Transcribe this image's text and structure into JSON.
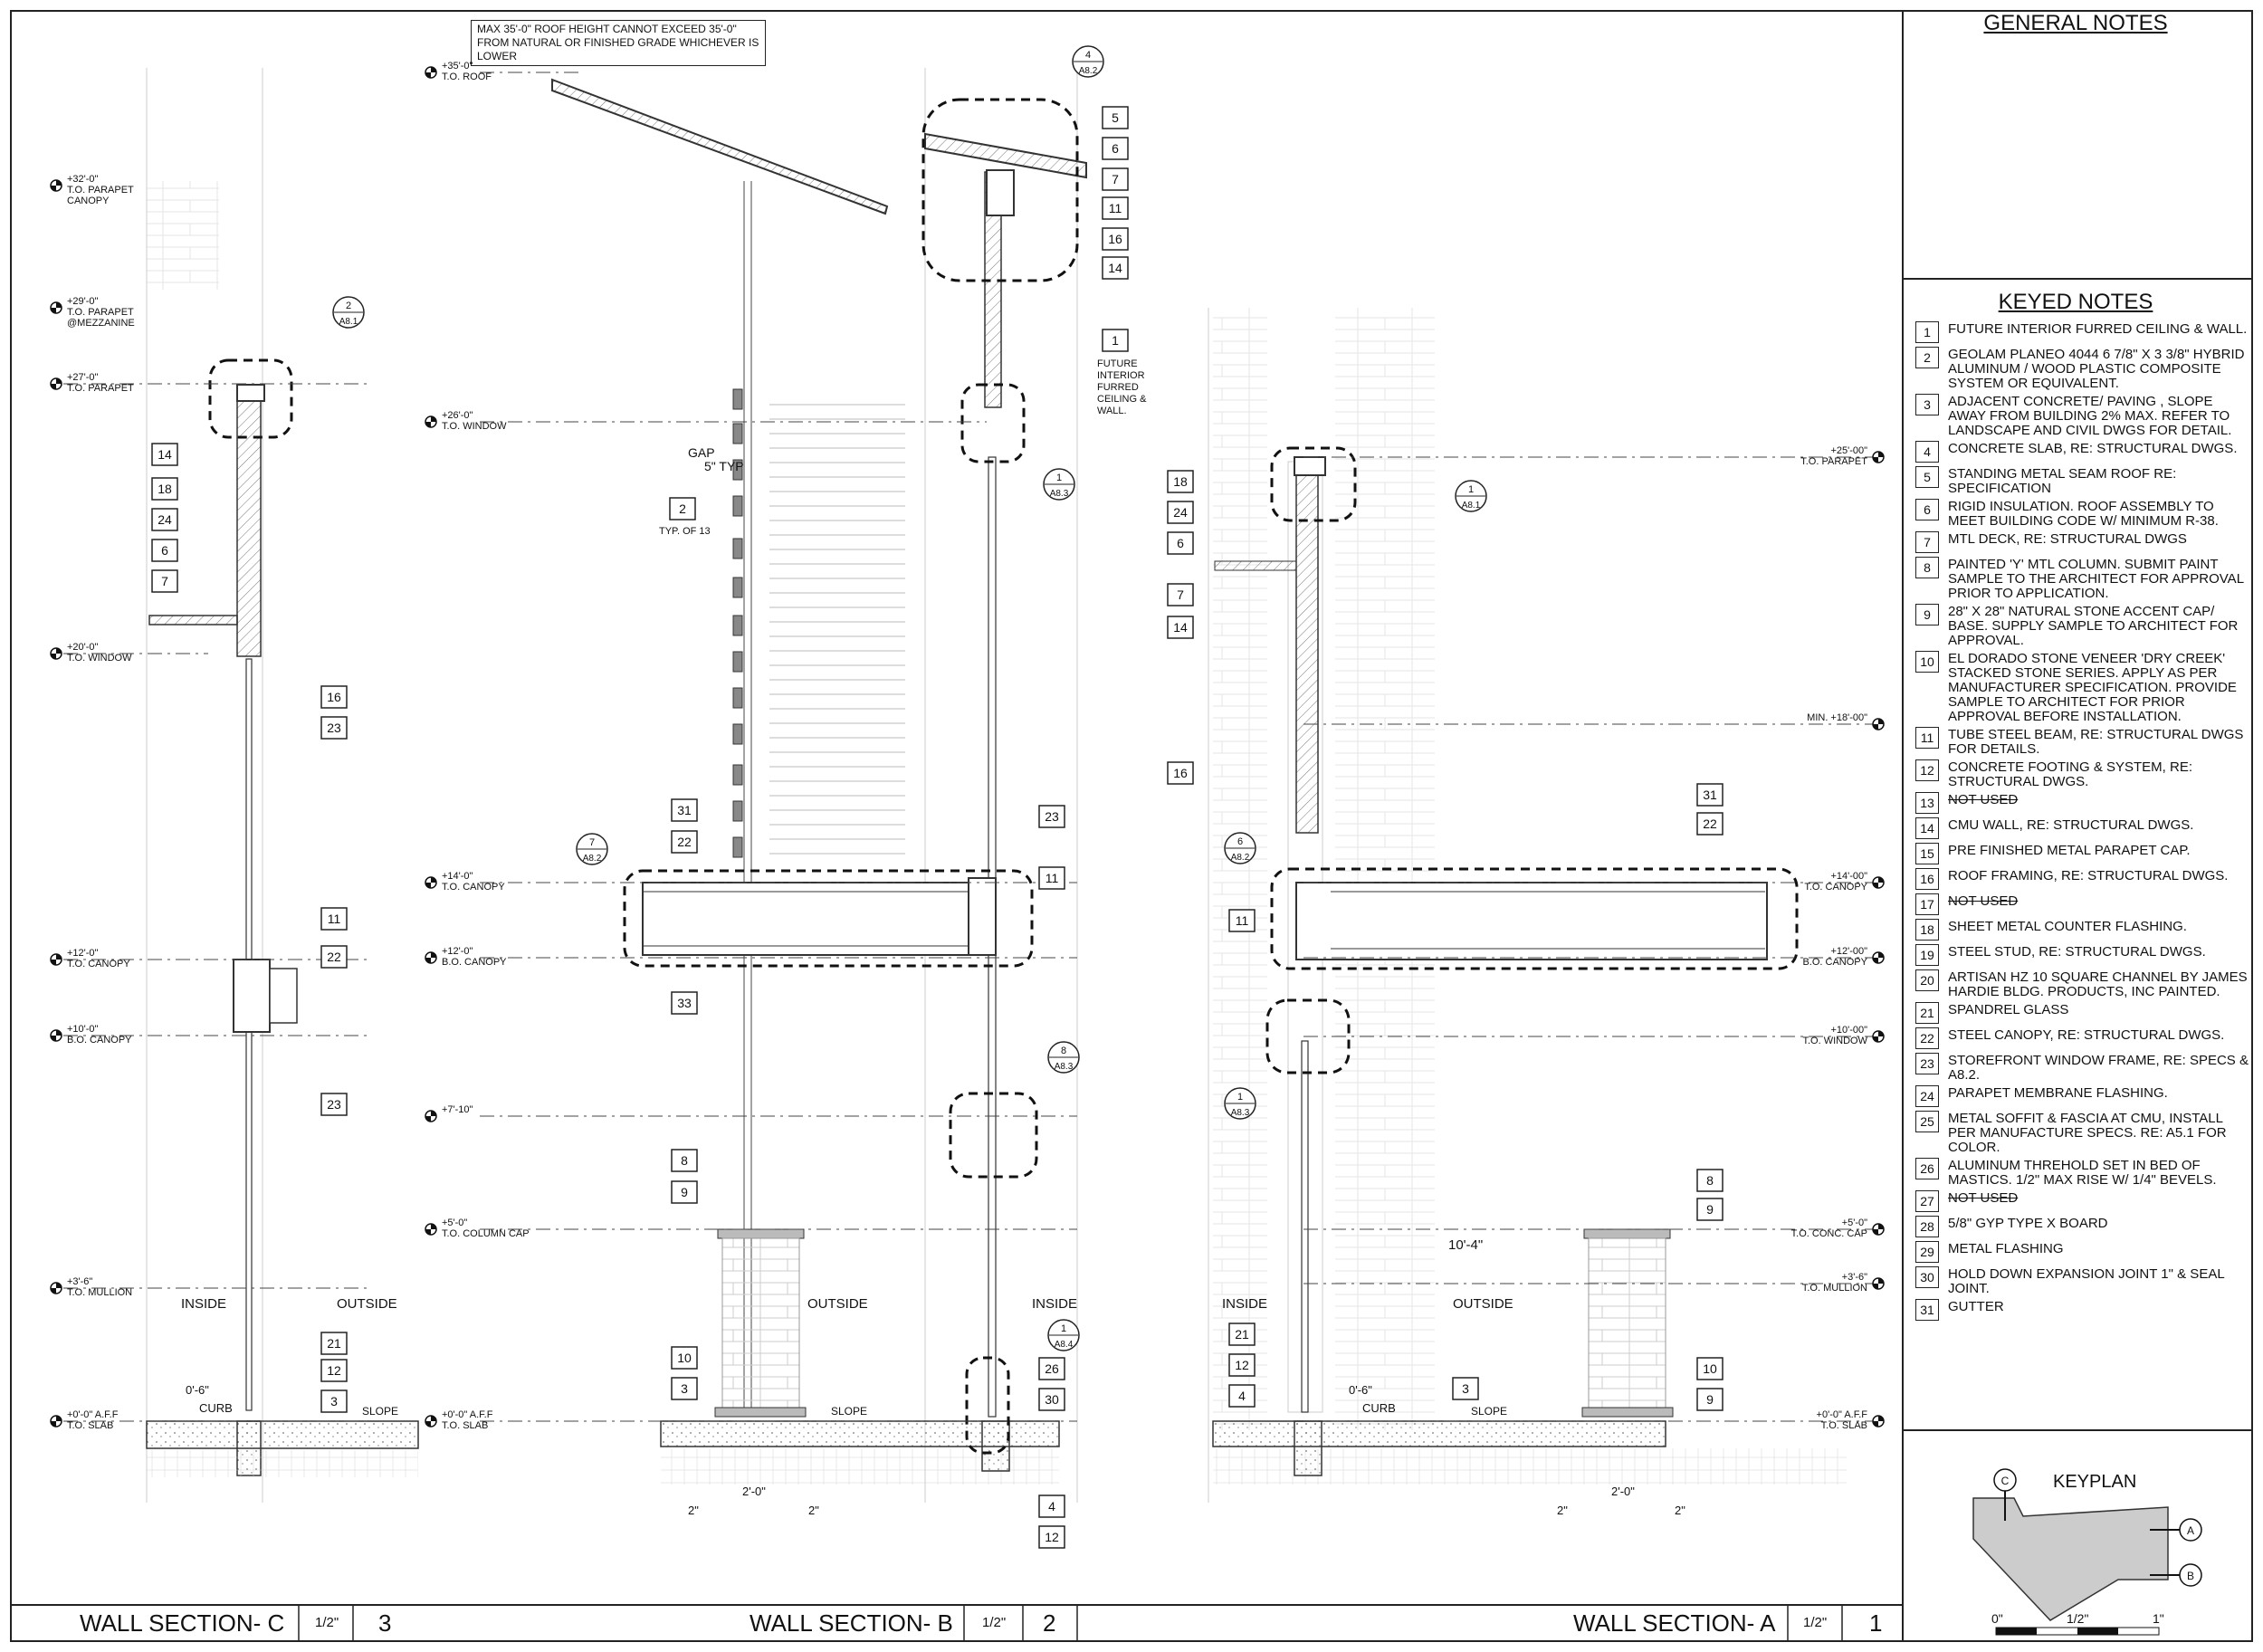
{
  "top_note": "MAX 35'-0\" ROOF HEIGHT CANNOT EXCEED 35'-0\" FROM NATURAL OR FINISHED GRADE WHICHEVER IS LOWER",
  "general_notes": {
    "title": "GENERAL NOTES"
  },
  "keyed_notes": {
    "title": "KEYED NOTES",
    "items": [
      {
        "num": "1",
        "text": "FUTURE INTERIOR FURRED CEILING & WALL.",
        "struck": false
      },
      {
        "num": "2",
        "text": "GEOLAM PLANEO 4044 6 7/8\" X 3 3/8\" HYBRID ALUMINUM / WOOD PLASTIC COMPOSITE SYSTEM OR EQUIVALENT.",
        "struck": false
      },
      {
        "num": "3",
        "text": "ADJACENT CONCRETE/ PAVING , SLOPE AWAY FROM BUILDING 2% MAX. REFER TO LANDSCAPE AND CIVIL DWGS FOR DETAIL.",
        "struck": false
      },
      {
        "num": "4",
        "text": "CONCRETE SLAB, RE: STRUCTURAL DWGS.",
        "struck": false
      },
      {
        "num": "5",
        "text": "STANDING METAL SEAM ROOF RE: SPECIFICATION",
        "struck": false
      },
      {
        "num": "6",
        "text": "RIGID INSULATION. ROOF ASSEMBLY TO MEET BUILDING CODE W/ MINIMUM R-38.",
        "struck": false
      },
      {
        "num": "7",
        "text": "MTL DECK, RE: STRUCTURAL DWGS",
        "struck": false
      },
      {
        "num": "8",
        "text": "PAINTED 'Y' MTL COLUMN. SUBMIT PAINT SAMPLE TO THE ARCHITECT FOR APPROVAL PRIOR TO APPLICATION.",
        "struck": false
      },
      {
        "num": "9",
        "text": "28\" X 28\" NATURAL STONE ACCENT CAP/ BASE. SUPPLY SAMPLE TO ARCHITECT FOR APPROVAL.",
        "struck": false
      },
      {
        "num": "10",
        "text": "EL DORADO STONE VENEER 'DRY CREEK' STACKED STONE SERIES. APPLY AS PER MANUFACTURER SPECIFICATION. PROVIDE SAMPLE TO ARCHITECT FOR PRIOR APPROVAL BEFORE INSTALLATION.",
        "struck": false
      },
      {
        "num": "11",
        "text": "TUBE STEEL BEAM, RE: STRUCTURAL DWGS FOR DETAILS.",
        "struck": false
      },
      {
        "num": "12",
        "text": "CONCRETE FOOTING & SYSTEM, RE: STRUCTURAL DWGS.",
        "struck": false
      },
      {
        "num": "13",
        "text": "NOT USED",
        "struck": true
      },
      {
        "num": "14",
        "text": "CMU WALL, RE: STRUCTURAL DWGS.",
        "struck": false
      },
      {
        "num": "15",
        "text": "PRE FINISHED METAL PARAPET CAP.",
        "struck": false
      },
      {
        "num": "16",
        "text": "ROOF FRAMING, RE: STRUCTURAL DWGS.",
        "struck": false
      },
      {
        "num": "17",
        "text": "NOT USED",
        "struck": true
      },
      {
        "num": "18",
        "text": "SHEET METAL COUNTER FLASHING.",
        "struck": false
      },
      {
        "num": "19",
        "text": "STEEL STUD, RE: STRUCTURAL DWGS.",
        "struck": false
      },
      {
        "num": "20",
        "text": "ARTISAN HZ 10 SQUARE CHANNEL BY JAMES HARDIE BLDG. PRODUCTS, INC PAINTED.",
        "struck": false
      },
      {
        "num": "21",
        "text": "SPANDREL GLASS",
        "struck": false
      },
      {
        "num": "22",
        "text": "STEEL CANOPY, RE: STRUCTURAL DWGS.",
        "struck": false
      },
      {
        "num": "23",
        "text": "STOREFRONT WINDOW FRAME, RE: SPECS & A8.2.",
        "struck": false
      },
      {
        "num": "24",
        "text": "PARAPET MEMBRANE FLASHING.",
        "struck": false
      },
      {
        "num": "25",
        "text": "METAL SOFFIT & FASCIA AT CMU, INSTALL PER MANUFACTURE SPECS. RE: A5.1 FOR COLOR.",
        "struck": false
      },
      {
        "num": "26",
        "text": "ALUMINUM THREHOLD SET IN BED OF MASTICS. 1/2\" MAX RISE W/ 1/4\" BEVELS.",
        "struck": false
      },
      {
        "num": "27",
        "text": "NOT USED",
        "struck": true
      },
      {
        "num": "28",
        "text": "5/8\" GYP TYPE X BOARD",
        "struck": false
      },
      {
        "num": "29",
        "text": "METAL FLASHING",
        "struck": false
      },
      {
        "num": "30",
        "text": "HOLD DOWN EXPANSION JOINT 1\" & SEAL JOINT.",
        "struck": false
      },
      {
        "num": "31",
        "text": "GUTTER",
        "struck": false
      }
    ]
  },
  "keyplan": {
    "title": "KEYPLAN",
    "markers": [
      "C",
      "A",
      "B"
    ],
    "scale": [
      "0\"",
      "1/2\"",
      "1\""
    ]
  },
  "titles": [
    {
      "name": "WALL SECTION- C",
      "scale": "1/2\"",
      "num": "3"
    },
    {
      "name": "WALL SECTION- B",
      "scale": "1/2\"",
      "num": "2"
    },
    {
      "name": "WALL SECTION- A",
      "scale": "1/2\"",
      "num": "1"
    }
  ],
  "section_c": {
    "levels": [
      {
        "v": "+32'-0\"",
        "l": "T.O. PARAPET",
        "l2": "CANOPY"
      },
      {
        "v": "+29'-0\"",
        "l": "T.O. PARAPET",
        "l2": "@MEZZANINE"
      },
      {
        "v": "+27'-0\"",
        "l": "T.O. PARAPET",
        "l2": ""
      },
      {
        "v": "+20'-0\"",
        "l": "T.O. WINDOW",
        "l2": ""
      },
      {
        "v": "+12'-0\"",
        "l": "T.O. CANOPY",
        "l2": ""
      },
      {
        "v": "+10'-0\"",
        "l": "B.O. CANOPY",
        "l2": ""
      },
      {
        "v": "+3'-6\"",
        "l": "T.O. MULLION",
        "l2": ""
      },
      {
        "v": "+0'-0\" A.F.F",
        "l": "T.O. SLAB",
        "l2": ""
      }
    ],
    "tags": [
      "14",
      "18",
      "24",
      "6",
      "7",
      "16",
      "23",
      "11",
      "22",
      "23",
      "21",
      "12",
      "3"
    ],
    "detail_ref": {
      "num": "2",
      "sheet": "A8.1"
    },
    "inside": "INSIDE",
    "outside": "OUTSIDE",
    "curb": "0'-6\"",
    "curb2": "CURB",
    "slope": "SLOPE"
  },
  "section_b": {
    "levels": [
      {
        "v": "+35'-0\"",
        "l": "T.O. ROOF"
      },
      {
        "v": "+26'-0\"",
        "l": "T.O. WINDOW"
      },
      {
        "v": "+14'-0\"",
        "l": "T.O. CANOPY"
      },
      {
        "v": "+12'-0\"",
        "l": "B.O. CANOPY"
      },
      {
        "v": "+7'-10\"",
        "l": ""
      },
      {
        "v": "+5'-0\"",
        "l": "T.O. COLUMN CAP"
      },
      {
        "v": "+0'-0\" A.F.F",
        "l": "T.O. SLAB"
      }
    ],
    "tags_right": [
      "5",
      "6",
      "7",
      "11",
      "16",
      "14"
    ],
    "tag_1": "1",
    "future_note": [
      "FUTURE",
      "INTERIOR",
      "FURRED",
      "CEILING &",
      "WALL."
    ],
    "gap_label": "GAP",
    "gap_val": "5\" TYP",
    "tag_2": "2",
    "tag_2_note": "TYP. OF 13",
    "tags_canopy": [
      "31",
      "22",
      "23",
      "11",
      "33"
    ],
    "tags_low": [
      "8",
      "9",
      "10",
      "3",
      "26",
      "30",
      "4",
      "12"
    ],
    "refs": [
      {
        "num": "4",
        "sheet": "A8.2"
      },
      {
        "num": "1",
        "sheet": "A8.3"
      },
      {
        "num": "7",
        "sheet": "A8.2"
      },
      {
        "num": "8",
        "sheet": "A8.3"
      },
      {
        "num": "1",
        "sheet": "A8.4"
      }
    ],
    "inside": "INSIDE",
    "outside": "OUTSIDE",
    "slope": "SLOPE",
    "dims": [
      "2\"",
      "2'-0\"",
      "2\""
    ]
  },
  "section_a": {
    "levels": [
      {
        "v": "+25'-00\"",
        "l": "T.O. PARAPET"
      },
      {
        "v": "MIN. +18'-00\"",
        "l": ""
      },
      {
        "v": "+14'-00\"",
        "l": "T.O. CANOPY"
      },
      {
        "v": "+12'-00\"",
        "l": "B.O. CANOPY"
      },
      {
        "v": "+10'-00\"",
        "l": "T.O. WINDOW"
      },
      {
        "v": "+5'-0\"",
        "l": "T.O. CONC. CAP"
      },
      {
        "v": "+3'-6\"",
        "l": "T.O. MULLION"
      },
      {
        "v": "+0'-0\" A.F.F",
        "l": "T.O. SLAB"
      }
    ],
    "tags_left": [
      "18",
      "24",
      "6",
      "7",
      "14",
      "16",
      "11",
      "21",
      "12",
      "4"
    ],
    "tags_right": [
      "31",
      "22",
      "8",
      "9",
      "10",
      "9",
      "3"
    ],
    "refs": [
      {
        "num": "1",
        "sheet": "A8.1"
      },
      {
        "num": "6",
        "sheet": "A8.2"
      },
      {
        "num": "1",
        "sheet": "A8.3"
      }
    ],
    "inside": "INSIDE",
    "outside": "OUTSIDE",
    "curb": "0'-6\"",
    "curb2": "CURB",
    "slope": "SLOPE",
    "dim_top": "10'-4\"",
    "dims": [
      "2\"",
      "2'-0\"",
      "2\""
    ]
  }
}
